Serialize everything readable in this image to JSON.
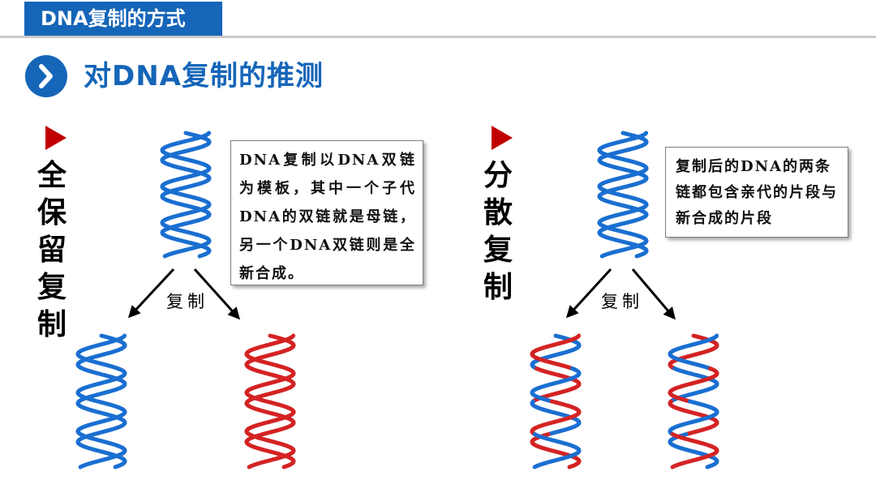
{
  "header": {
    "title": "DNA复制的方式"
  },
  "section": {
    "title": "对DNA复制的推测",
    "icon": "chevron-right-icon"
  },
  "conservative": {
    "label": "全保留复制",
    "note": "DNA复制以DNA双链为模板，其中一个子代DNA的双链就是母链，另一个DNA双链则是全新合成。",
    "copy_label": "复制"
  },
  "dispersive": {
    "label": "分散复制",
    "note": "复制后的DNA的两条链都包含亲代的片段与新合成的片段",
    "copy_label": "复制"
  },
  "colors": {
    "brand": "#1565b8",
    "parent_strand": "#1a6fd1",
    "new_strand": "#d42323",
    "marker": "#c00000"
  }
}
